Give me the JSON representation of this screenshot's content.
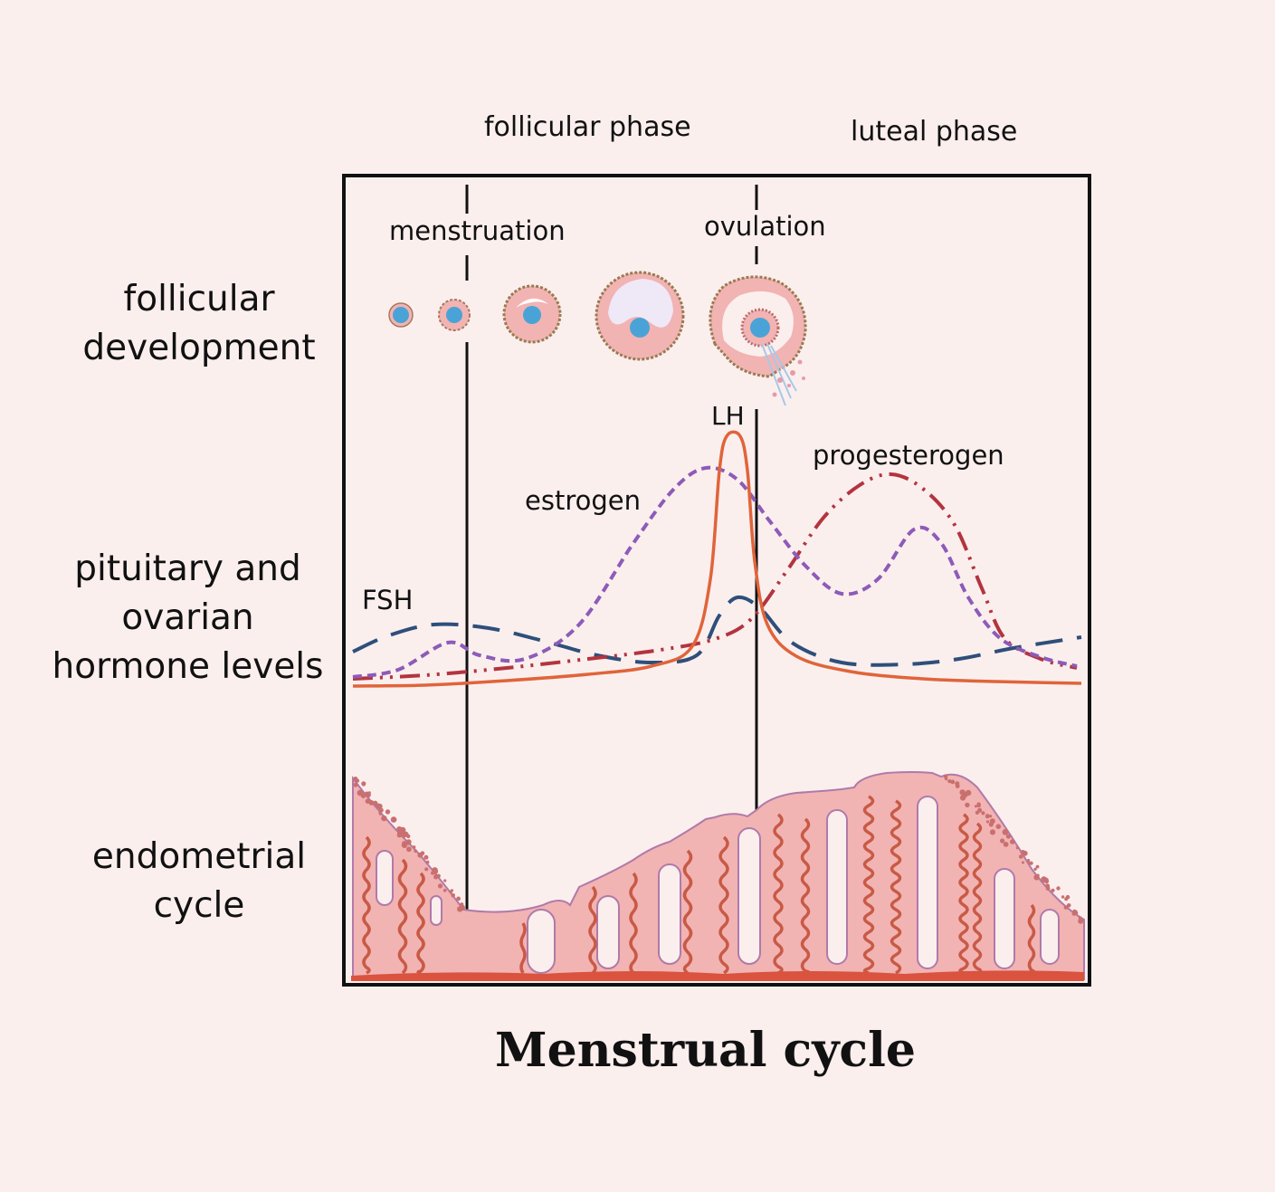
{
  "phases": {
    "follicular": "follicular phase",
    "luteal": "luteal phase"
  },
  "events": {
    "menstruation": "menstruation",
    "ovulation": "ovulation"
  },
  "rows": {
    "follicular_line1": "follicular",
    "follicular_line2": "development",
    "hormone_line1": "pituitary and",
    "hormone_line2": "ovarian",
    "hormone_line3": "hormone levels",
    "endo_line1": "endometrial",
    "endo_line2": "cycle"
  },
  "hormones": {
    "fsh": "FSH",
    "lh": "LH",
    "estrogen": "estrogen",
    "progesterogen": "progesterogen"
  },
  "title": "Menstrual cycle",
  "colors": {
    "background": "#fbefee",
    "lh": "#e0643a",
    "estrogen": "#8d5bb8",
    "fsh": "#2e4f7a",
    "progesterogen": "#b3343e",
    "endometrium": "#f2b3b3",
    "endometrium_outline": "#c85a45",
    "follicle_center": "#4aa3d6"
  }
}
